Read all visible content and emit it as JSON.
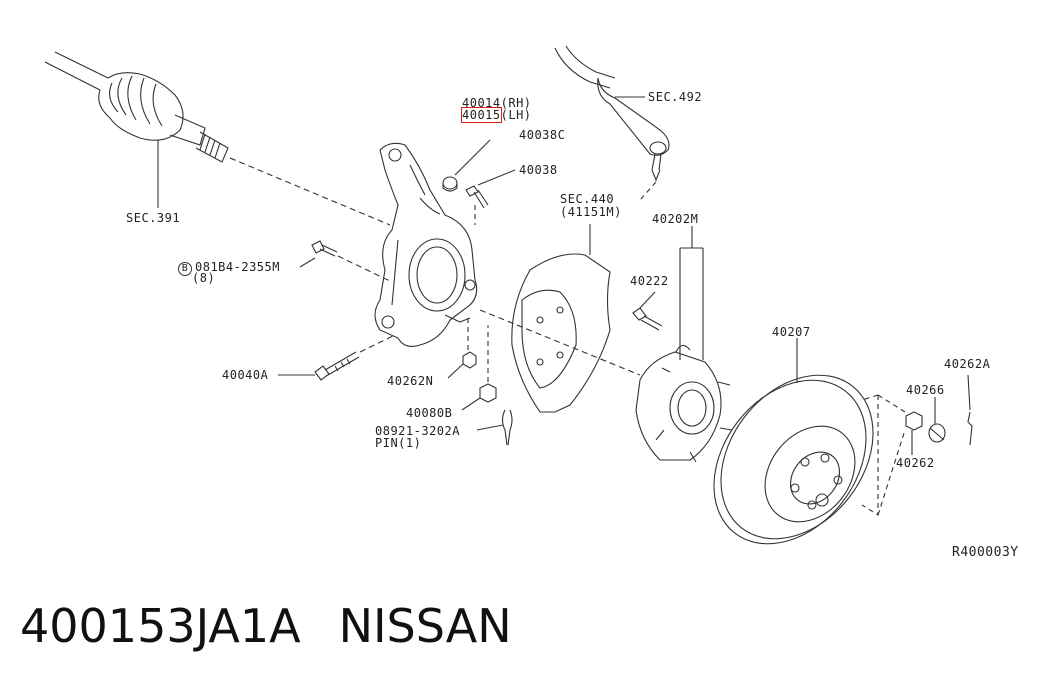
{
  "labels": {
    "p40014": "40014",
    "rh": "(RH)",
    "p40015": "40015",
    "lh": "(LH)",
    "p40038c": "40038C",
    "p40038": "40038",
    "sec492": "SEC.492",
    "sec440": "SEC.440",
    "p41151m": "(41151M)",
    "p40202m": "40202M",
    "p40222": "40222",
    "sec391": "SEC.391",
    "b_circ": "B",
    "bolt": "081B4-2355M",
    "bolt_qty": "(8)",
    "p40040a": "40040A",
    "p40262n": "40262N",
    "p40080b": "40080B",
    "pin_no": "08921-3202A",
    "pin_qty": "PIN(1)",
    "p40207": "40207",
    "p40262a": "40262A",
    "p40266": "40266",
    "p40262": "40262",
    "ref": "R400003Y"
  },
  "caption": {
    "part_number": "400153JA1A",
    "brand": "NISSAN"
  },
  "highlight_color": "#e02020"
}
